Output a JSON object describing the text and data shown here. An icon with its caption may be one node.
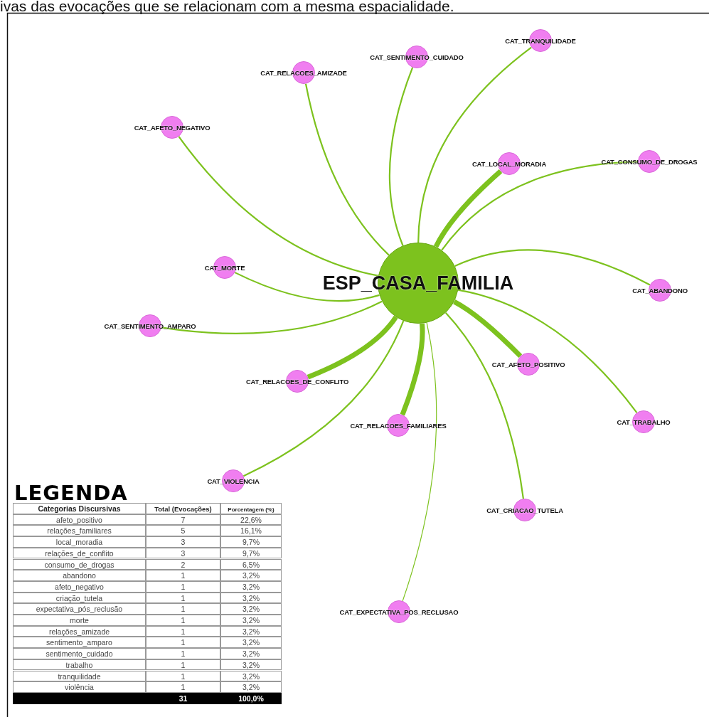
{
  "diagram": {
    "nodes": [
      {
        "text": [
          "ESP_CASA_FAMILIA"
        ]
      },
      {
        "text": [
          "CAT_SENTIMENTO_CUIDADO"
        ]
      },
      {
        "text": [
          "CAT_TRANQUILIDADE"
        ]
      },
      {
        "text": [
          "CAT_RELACOES_AMIZADE"
        ]
      },
      {
        "text": [
          "CAT_AFETO_NEGATIVO"
        ]
      },
      {
        "text": [
          "CAT_LOCAL_MORADIA"
        ]
      },
      {
        "text": [
          "CAT_CONSUMO_DE_DROGAS"
        ]
      },
      {
        "text": [
          "CAT_MORTE"
        ]
      },
      {
        "text": [
          "CAT_ABANDONO"
        ]
      },
      {
        "text": [
          "CAT_SENTIMENTO_AMPARO"
        ]
      },
      {
        "text": [
          "CAT_AFETO_POSITIVO"
        ]
      },
      {
        "text": [
          "CAT_RELACOES_DE_CONFLITO"
        ]
      },
      {
        "text": [
          "CAT_RELACOES_FAMILIARES"
        ]
      },
      {
        "text": [
          "CAT_TRABALHO"
        ]
      },
      {
        "text": [
          "CAT_VIOLENCIA"
        ]
      },
      {
        "text": [
          "CAT_CRIACAO_TUTELA"
        ]
      },
      {
        "text": [
          "CAT_EXPECTATIVA_POS_RECLUSAO"
        ]
      }
    ],
    "edges": [
      {
        "from": 0,
        "to": 1,
        "arrow": "none"
      },
      {
        "from": 0,
        "to": 2,
        "arrow": "none"
      },
      {
        "from": 0,
        "to": 3,
        "arrow": "none"
      },
      {
        "from": 0,
        "to": 4,
        "arrow": "none"
      },
      {
        "from": 0,
        "to": 5,
        "arrow": "none",
        "style": "thick"
      },
      {
        "from": 0,
        "to": 6,
        "arrow": "none"
      },
      {
        "from": 0,
        "to": 7,
        "arrow": "none"
      },
      {
        "from": 0,
        "to": 8,
        "arrow": "none"
      },
      {
        "from": 0,
        "to": 9,
        "arrow": "none"
      },
      {
        "from": 0,
        "to": 10,
        "arrow": "none",
        "style": "thick"
      },
      {
        "from": 0,
        "to": 11,
        "arrow": "none",
        "style": "thick"
      },
      {
        "from": 0,
        "to": 12,
        "arrow": "none",
        "style": "thick"
      },
      {
        "from": 0,
        "to": 13,
        "arrow": "none"
      },
      {
        "from": 0,
        "to": 14,
        "arrow": "none"
      },
      {
        "from": 0,
        "to": 15,
        "arrow": "none"
      },
      {
        "from": 0,
        "to": 16,
        "arrow": "none"
      }
    ],
    "labels": [
      "ivas das evocações que se relacionam com a mesma espacialidade.",
      "LEGENDA",
      "Categorias Discursivas",
      "Total (Evocações)",
      "Porcentagem (%)",
      "afeto_positivo",
      "7",
      "22,6%",
      "relações_familiares",
      "5",
      "16,1%",
      "local_moradia",
      "3",
      "9,7%",
      "relações_de_conflito",
      "3",
      "9,7%",
      "consumo_de_drogas",
      "2",
      "6,5%",
      "abandono",
      "1",
      "3,2%",
      "afeto_negativo",
      "1",
      "3,2%",
      "criação_tutela",
      "1",
      "3,2%",
      "expectativa_pós_reclusão",
      "1",
      "3,2%",
      "morte",
      "1",
      "3,2%",
      "relações_amizade",
      "1",
      "3,2%",
      "sentimento_amparo",
      "1",
      "3,2%",
      "sentimento_cuidado",
      "1",
      "3,2%",
      "trabalho",
      "1",
      "3,2%",
      "tranquilidade",
      "1",
      "3,2%",
      "violência",
      "1",
      "3,2%",
      "31",
      "100,0%"
    ]
  }
}
